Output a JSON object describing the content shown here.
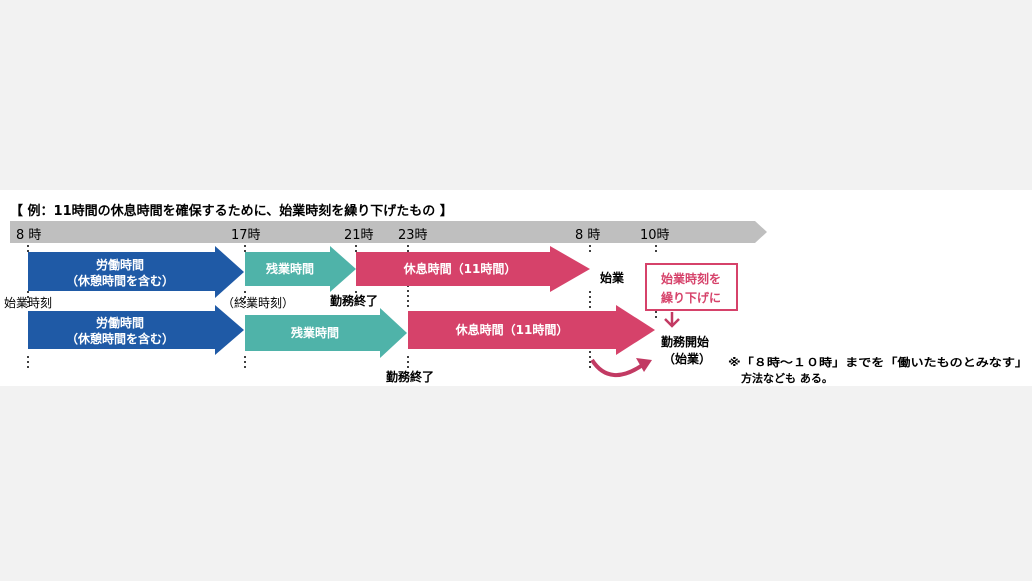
{
  "title": "【 例：11時間の休息時間を確保するために、始業時刻を繰り下げたもの 】",
  "timeline": {
    "ticks": [
      "8 時",
      "17時",
      "21時",
      "23時",
      "8 時",
      "10時"
    ]
  },
  "row1": {
    "labor": {
      "line1": "労働時間",
      "line2": "（休憩時間を含む）"
    },
    "overtime": "残業時間",
    "rest": "休息時間（11時間）",
    "start_label": "始業"
  },
  "row2": {
    "labor": {
      "line1": "労働時間",
      "line2": "（休憩時間を含む）"
    },
    "overtime": "残業時間",
    "rest": "休息時間（11時間）"
  },
  "labels": {
    "work_start_time": "始業時刻",
    "work_end_time": "（終業時刻）",
    "work_end_row1": "勤務終了",
    "work_end_row2": "勤務終了",
    "work_begin": "勤務開始",
    "work_begin_paren": "（始業）"
  },
  "callout": {
    "line1": "始業時刻を",
    "line2": "繰り下げに"
  },
  "note": {
    "line1": "※「８時～１０時」までを「働いたものとみなす」",
    "line2": "方法なども ある。"
  },
  "colors": {
    "labor": "#1f5aa6",
    "overtime": "#4fb3a9",
    "rest": "#d6426a",
    "timeline": "#bfbfbf",
    "callout": "#d6426a",
    "callout_text": "#d6426a"
  }
}
